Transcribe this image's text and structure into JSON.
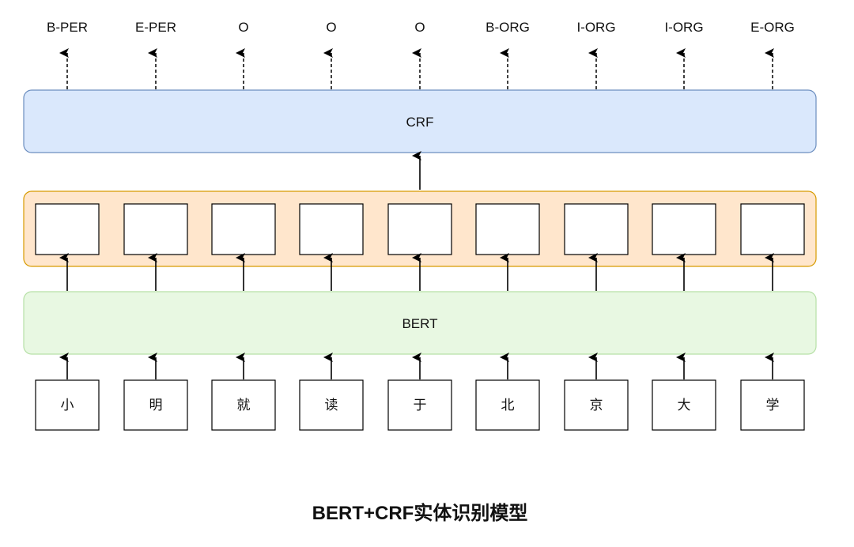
{
  "output_tags": [
    "B-PER",
    "E-PER",
    "O",
    "O",
    "O",
    "B-ORG",
    "I-ORG",
    "I-ORG",
    "E-ORG"
  ],
  "input_chars": [
    "小",
    "明",
    "就",
    "读",
    "于",
    "北",
    "京",
    "大",
    "学"
  ],
  "crf_label": "CRF",
  "bert_label": "BERT",
  "title": "BERT+CRF实体识别模型",
  "colors": {
    "crf_fill": "#dae8fc",
    "crf_stroke": "#6c8ebf",
    "emission_fill": "#ffe6cc",
    "emission_stroke": "#d79b00",
    "bert_fill": "#e8f8e2",
    "bert_stroke": "#b6e0a6",
    "box_stroke": "#000000",
    "arrow": "#000000"
  }
}
